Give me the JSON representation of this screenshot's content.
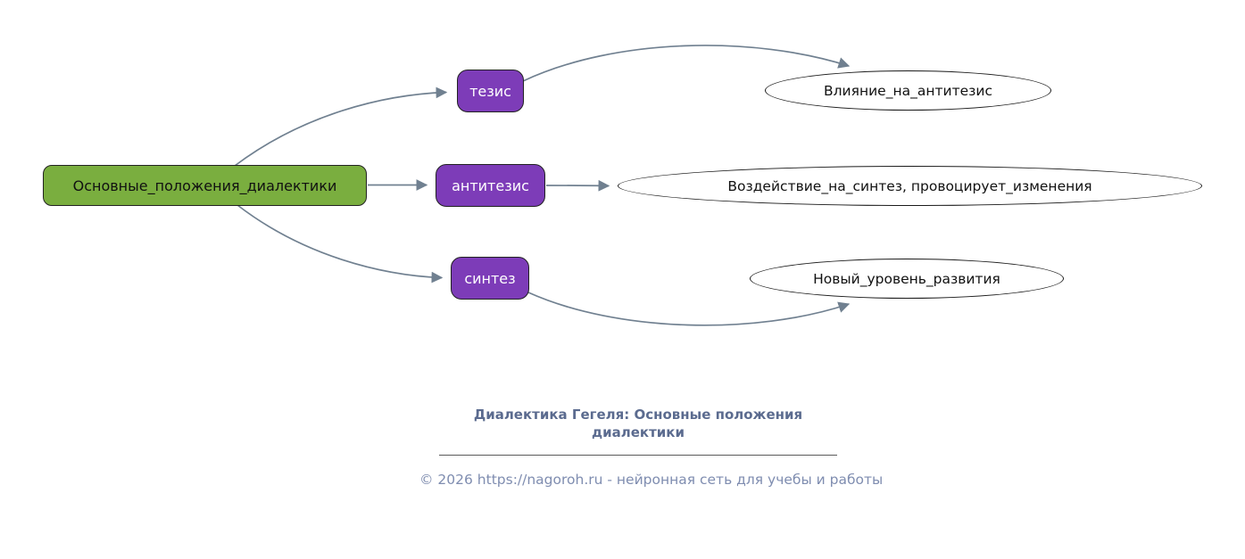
{
  "diagram": {
    "root": {
      "label": "Основные_положения_диалектики"
    },
    "stages": [
      {
        "label": "тезис"
      },
      {
        "label": "антитезис"
      },
      {
        "label": "синтез"
      }
    ],
    "outcomes": [
      {
        "label": "Влияние_на_антитезис"
      },
      {
        "label": "Воздействие_на_синтез, провоцирует_изменения"
      },
      {
        "label": "Новый_уровень_развития"
      }
    ],
    "colors": {
      "root_fill": "#7aae3f",
      "stage_fill": "#7d3cb8",
      "outcome_fill": "#ffffff",
      "node_outline": "#222222",
      "edge": "#708090"
    }
  },
  "footer": {
    "title": "Диалектика Гегеля: Основные положения диалектики",
    "copyright": "© 2026 https://nagoroh.ru - нейронная сеть для учебы и работы"
  }
}
